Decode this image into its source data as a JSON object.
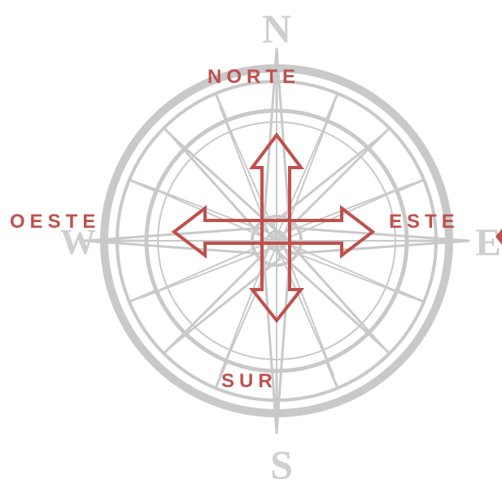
{
  "labels": {
    "north": "NORTE",
    "west": "OESTE",
    "east": "ESTE",
    "south": "SUR"
  },
  "colors": {
    "accent": "#c0504d",
    "compass": "#c9c9c9"
  },
  "icons": {
    "background": "compass-rose-icon",
    "arrows": "four-way-arrow-icon"
  }
}
